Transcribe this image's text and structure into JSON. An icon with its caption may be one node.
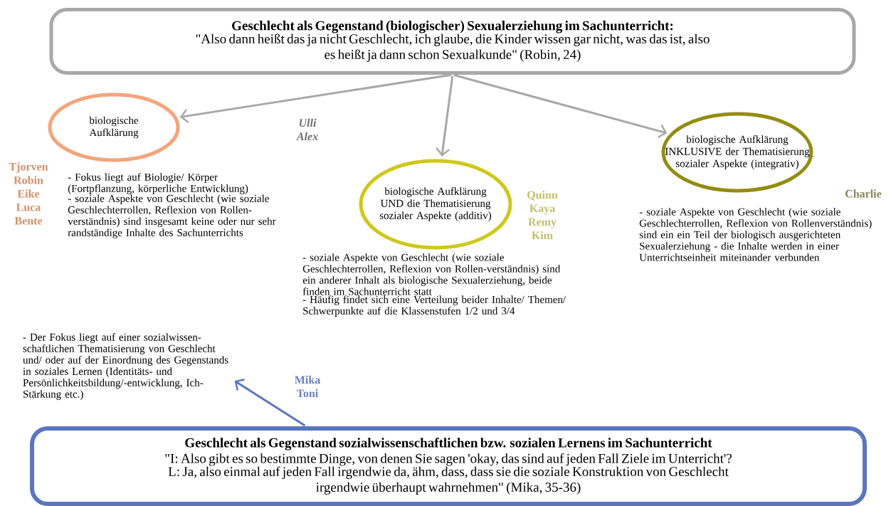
{
  "diagram": {
    "nodes": [
      {
        "text": [
          "Geschlecht als Gegenstand (biologischer) Sexualerziehung im Sachunterricht:",
          "\"Also dann heißt das ja nicht Geschlecht, ich glaube, die Kinder wissen gar nicht, was das ist, also es heißt ja dann schon Sexualkunde\" (Robin, 24)"
        ]
      },
      {
        "text": [
          "biologische Aufklärung"
        ],
        "beside": [
          "Tjorven Robin Eike Luca Bente",
          "- Fokus liegt auf Biologie/ Körper (Fortpflanzung, körperliche Entwicklung)",
          "- soziale Aspekte von Geschlecht (wie soziale Geschlechterrollen, Reflexion von Rollen-verständnis) sind insgesamt keine oder nur sehr randständige Inhalte des Sachunterrichts"
        ]
      },
      {
        "text": [
          "biologische Aufklärung UND die Thematisierung sozialer Aspekte (additiv)"
        ],
        "beside": [
          "Quinn Kaya Remy Kim",
          "- soziale Aspekte von Geschlecht (wie soziale Geschlechterrollen, Reflexion von Rollen-verständnis) sind ein anderer Inhalt als biologische Sexualerziehung, beide finden im Sachunterricht statt",
          "- Häufig findet sich eine Verteilung beider Inhalte/ Themen/ Schwerpunkte auf die Klassenstufen 1/2 und 3/4"
        ]
      },
      {
        "text": [
          "biologische Aufklärung INKLUSIVE der Thematisierung sozialer Aspekte (integrativ)"
        ],
        "beside": [
          "Charlie",
          "- soziale Aspekte von Geschlecht (wie soziale Geschlechterrollen, Reflexion von Rollenverständnis) sind ein ein Teil der biologisch ausgerichteten Sexualerziehung - die Inhalte werden in einer Unterrichtseinheit miteinander verbunden"
        ]
      },
      {
        "text": [
          "Geschlecht als Gegenstand sozialwissenschaftlichen bzw. sozialen Lernens im Sachunterricht",
          "\"I: Also gibt es so bestimmte Dinge, von denen Sie sagen 'okay, das sind auf jeden Fall Ziele im Unterricht'?",
          "L: Ja, also einmal auf jeden Fall irgendwie da, ähm, dass, dass sie die soziale Konstruktion von Geschlecht irgendwie überhaupt wahrnehmen\" (Mika, 35-36)"
        ]
      },
      {
        "text": [
          "- Der Fokus liegt auf einer sozialwissen-schaftlichen Thematisierung von Geschlecht und/ oder auf der Einordnung des Gegenstands in soziales Lernen (Identitäts- und Persönlichkeitsbildung/-entwicklung, Ich-Stärkung etc.)"
        ]
      }
    ],
    "edges": [
      {
        "from": 0,
        "to": 1,
        "arrow": "to"
      },
      {
        "from": 0,
        "to": 2,
        "arrow": "to"
      },
      {
        "from": 0,
        "to": 3,
        "arrow": "to"
      },
      {
        "from": 4,
        "to": 5,
        "arrow": "to",
        "color": "#5a76c0"
      }
    ],
    "labels": [
      "Ulli Alex",
      "Mika Toni"
    ]
  }
}
